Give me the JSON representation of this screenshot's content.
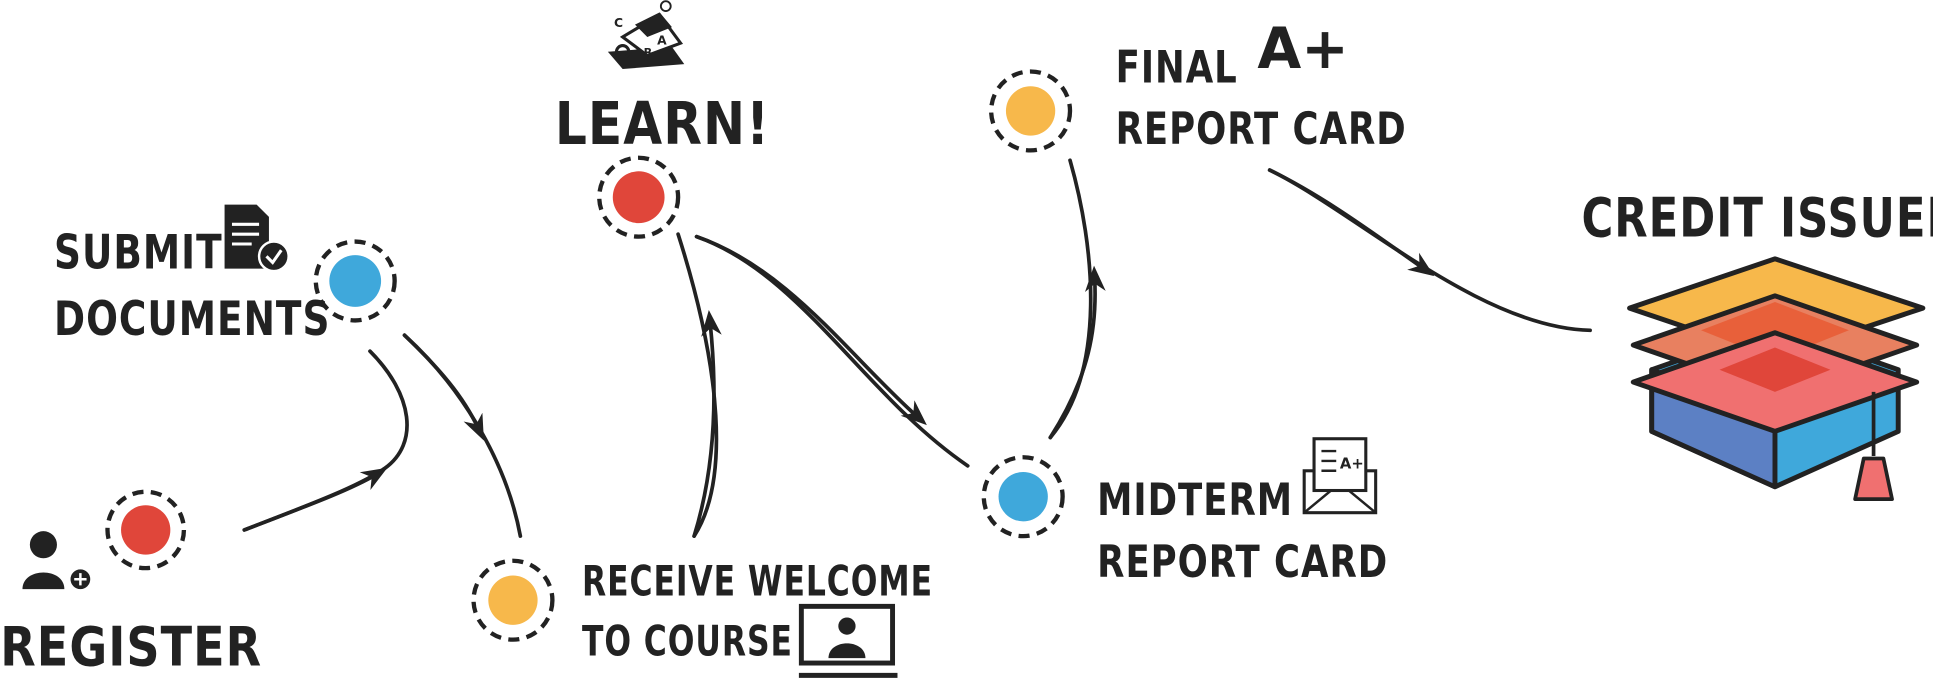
{
  "title": "Course credit process",
  "colors": {
    "red": "#E0463A",
    "blue": "#3FA8DB",
    "yellow": "#F7B84B",
    "ink": "#222222"
  },
  "steps": [
    {
      "id": "register",
      "lines": [
        "REGISTER"
      ],
      "color": "red",
      "icon": "add-user-icon"
    },
    {
      "id": "submit",
      "lines": [
        "SUBMIT",
        "DOCUMENTS"
      ],
      "color": "blue",
      "icon": "document-check-icon"
    },
    {
      "id": "welcome",
      "lines": [
        "RECEIVE WELCOME",
        "TO COURSE"
      ],
      "color": "yellow",
      "icon": "video-presenter-icon"
    },
    {
      "id": "learn",
      "lines": [
        "LEARN!"
      ],
      "color": "red",
      "icon": "learning-book-icon"
    },
    {
      "id": "midterm",
      "lines": [
        "MIDTERM",
        "REPORT CARD"
      ],
      "color": "blue",
      "icon": "envelope-grade-icon"
    },
    {
      "id": "final",
      "lines": [
        "FINAL",
        "REPORT CARD"
      ],
      "color": "yellow",
      "icon": "a-plus-icon"
    },
    {
      "id": "credit",
      "lines": [
        "CREDIT ISSUED"
      ],
      "icon": "graduation-cap-icon"
    }
  ],
  "icons": {
    "a_plus": "A+",
    "book_letters": [
      "A",
      "B",
      "C"
    ]
  }
}
